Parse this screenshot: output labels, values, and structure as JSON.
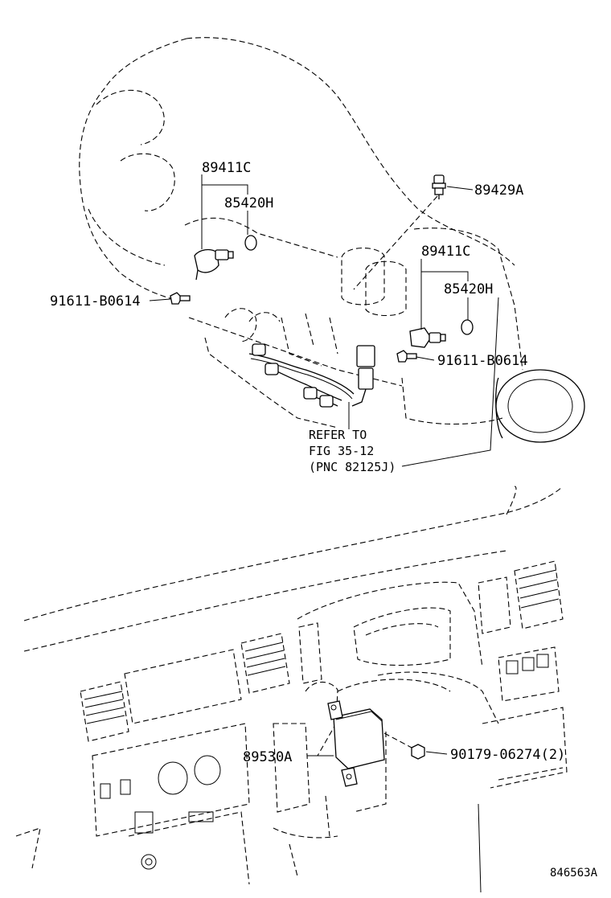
{
  "labels": {
    "p89411c_top": "89411C",
    "p85420h_top": "85420H",
    "p89429a": "89429A",
    "p89411c_right": "89411C",
    "p85420h_right": "85420H",
    "p91611_left": "91611-B0614",
    "p91611_right": "91611-B0614",
    "refer_line1": "REFER TO",
    "refer_line2": "FIG 35-12",
    "refer_line3": "(PNC 82125J)",
    "p89530a": "89530A",
    "p90179": "90179-06274(2)",
    "diagram_code": "846563A"
  }
}
